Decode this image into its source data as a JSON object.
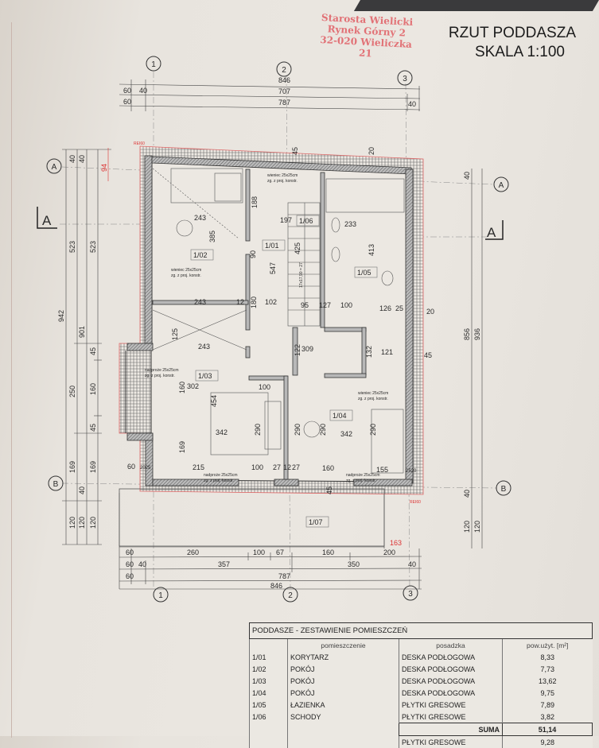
{
  "title": {
    "line1": "RZUT PODDASZA",
    "line2": "SKALA 1:100"
  },
  "stamp": {
    "lines": [
      "Starosta Wielicki",
      "Rynek Górny 2",
      "32-020 Wieliczka",
      "21"
    ]
  },
  "axes": {
    "vertical": [
      "1",
      "2",
      "3"
    ],
    "horizontal": [
      "A",
      "B"
    ],
    "section": "A"
  },
  "dims_top": {
    "overall": "846",
    "r1": [
      "60",
      "40",
      "707"
    ],
    "r2": [
      "60",
      "787",
      "40"
    ]
  },
  "dims_bottom": {
    "r1": [
      "60",
      "260",
      "100",
      "67",
      "160",
      "200"
    ],
    "r2": [
      "60",
      "40",
      "357",
      "350",
      "40"
    ],
    "r3": [
      "60",
      "787"
    ],
    "overall": "846",
    "red": "163"
  },
  "dims_left": {
    "c1": [
      "942"
    ],
    "c2": [
      "40",
      "523",
      "250",
      "169",
      "120"
    ],
    "c3": [
      "901",
      "40",
      "120"
    ],
    "c4": [
      "523",
      "45",
      "160",
      "45",
      "169",
      "120"
    ],
    "red": "94",
    "top40": "40"
  },
  "dims_right": {
    "c1": [
      "40",
      "856",
      "40",
      "120"
    ],
    "c2": [
      "936",
      "120"
    ],
    "wall": [
      "20",
      "45"
    ]
  },
  "ei": "REI60",
  "rooms": [
    "1/01",
    "1/02",
    "1/03",
    "1/04",
    "1/05",
    "1/06",
    "1/07"
  ],
  "inner_dims": {
    "d243a": "243",
    "d385": "385",
    "d188": "188",
    "d90": "90",
    "d547": "547",
    "d197": "197",
    "d425": "425",
    "d233": "233",
    "d413": "413",
    "d243b": "243",
    "d12a": "12",
    "d180": "180",
    "d102": "102",
    "d95": "95",
    "d127": "127",
    "d100a": "100",
    "d126": "126",
    "d25": "25",
    "d125": "125",
    "d243c": "243",
    "d122": "122",
    "d309": "309",
    "d132": "132",
    "d121": "121",
    "d302": "302",
    "d100b": "100",
    "d160": "160",
    "d454": "454",
    "d342a": "342",
    "d290a": "290",
    "d290b": "290",
    "d290c": "290",
    "d342b": "342",
    "d290d": "290",
    "d169": "169",
    "d215": "215",
    "d100c": "100",
    "d27a": "27",
    "d12b": "12",
    "d27b": "27",
    "d160b": "160",
    "d155": "155",
    "d45": "45",
    "d45b": "45",
    "d20": "20",
    "d60": "60",
    "d2025": "2025",
    "d2520": "2520",
    "d94": "94",
    "d45top": "45",
    "d20top": "20",
    "stairs": "17x17,90 = 27"
  },
  "notes": {
    "wieniec": "wieniec 25x25cm",
    "nadproze": "nadproże 25x25cm",
    "zg": "zg. z proj. konstr."
  },
  "table": {
    "title": "PODDASZE - ZESTAWIENIE POMIESZCZEŃ",
    "headers": [
      "",
      "pomieszczenie",
      "posadzka",
      "pow.użyt. [m²]"
    ],
    "rows": [
      [
        "1/01",
        "KORYTARZ",
        "DESKA PODŁOGOWA",
        "8,33"
      ],
      [
        "1/02",
        "POKÓJ",
        "DESKA PODŁOGOWA",
        "7,73"
      ],
      [
        "1/03",
        "POKÓJ",
        "DESKA PODŁOGOWA",
        "13,62"
      ],
      [
        "1/04",
        "POKÓJ",
        "DESKA PODŁOGOWA",
        "9,75"
      ],
      [
        "1/05",
        "ŁAZIENKA",
        "PŁYTKI GRESOWE",
        "7,89"
      ],
      [
        "1/06",
        "SCHODY",
        "PŁYTKI GRESOWE",
        "3,82"
      ]
    ],
    "sum_label": "SUMA",
    "sum_value": "51,14",
    "extra": [
      "PŁYTKI GRESOWE",
      "9,28"
    ]
  }
}
